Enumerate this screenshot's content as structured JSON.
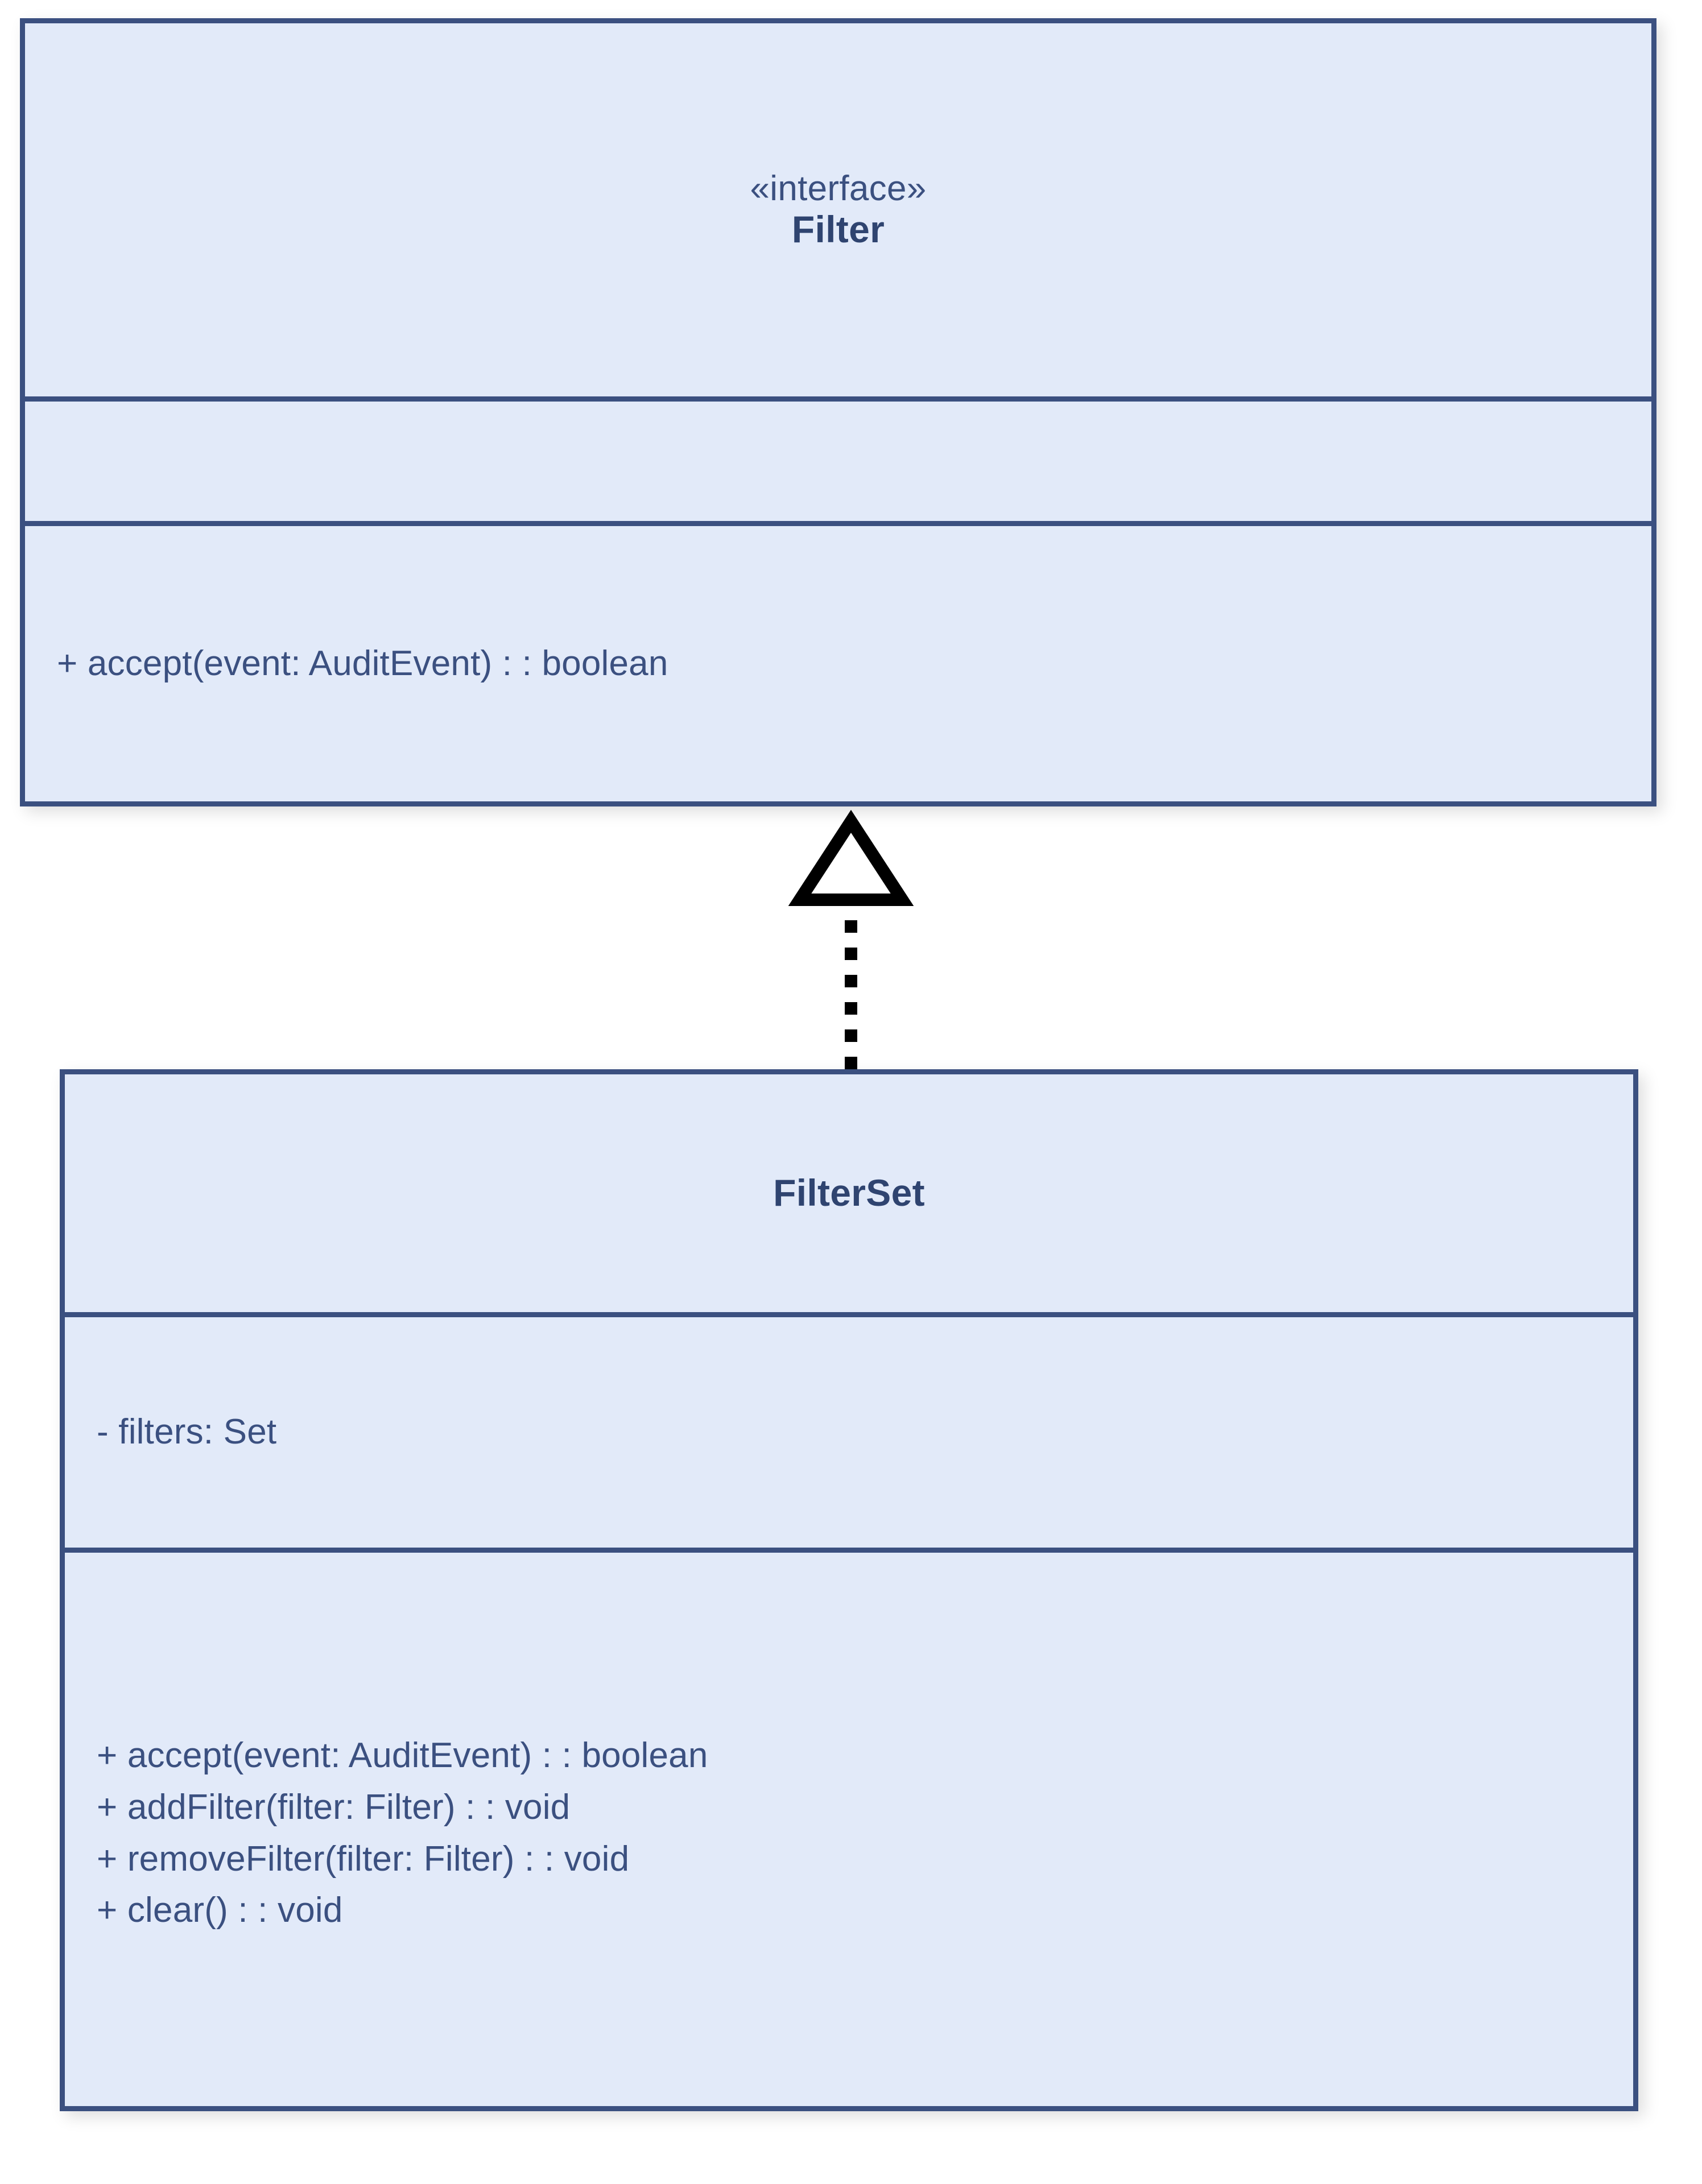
{
  "diagram": {
    "kind": "uml-class-diagram",
    "background": "#FFFFFF",
    "colors": {
      "class_fill": "#E2EAF9",
      "class_border": "#3B5080",
      "text": "#3B5080",
      "class_name_text": "#2F4470",
      "connector": "#000000",
      "connector_fill": "#FFFFFF"
    }
  },
  "classes": [
    {
      "id": "filter",
      "stereotype": "«interface»",
      "name": "Filter",
      "attributes": [],
      "operations": [
        "+ accept(event: AuditEvent) : : boolean"
      ]
    },
    {
      "id": "filterset",
      "stereotype": "",
      "name": "FilterSet",
      "attributes": [
        "- filters: Set"
      ],
      "operations": [
        "+ accept(event: AuditEvent) : : boolean",
        "+ addFilter(filter: Filter) : : void",
        "+ removeFilter(filter: Filter) : : void",
        "+ clear() : : void"
      ]
    }
  ],
  "relationships": [
    {
      "type": "realization",
      "from": "filterset",
      "to": "filter",
      "line_style": "dotted",
      "arrowhead": "hollow-triangle"
    }
  ]
}
